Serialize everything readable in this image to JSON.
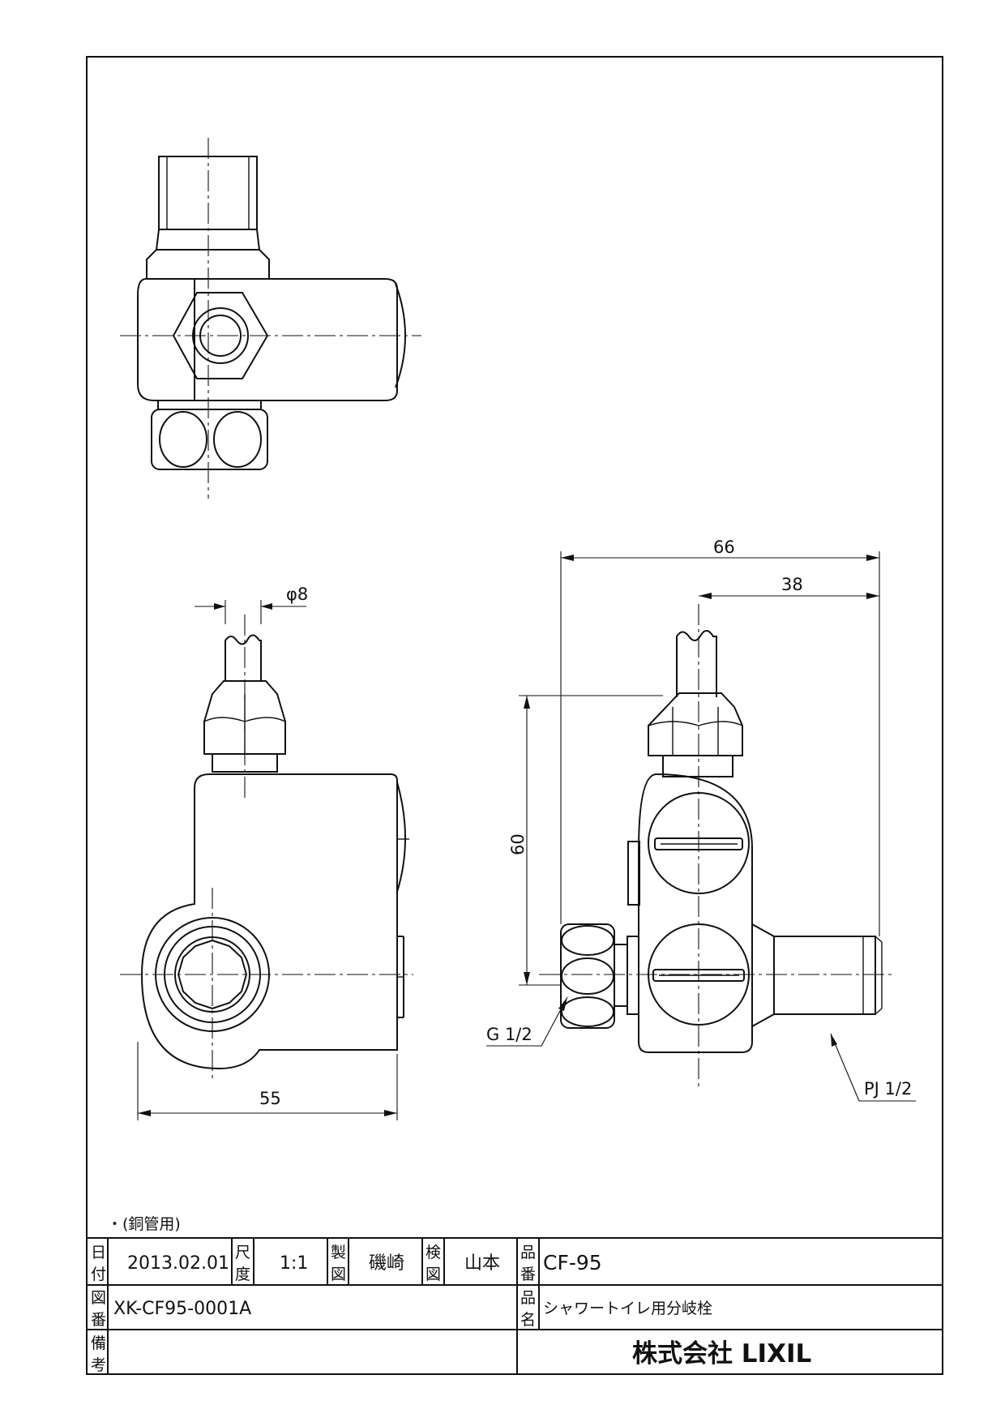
{
  "dimensions": {
    "d66": "66",
    "d38": "38",
    "d8": "φ8",
    "d60": "60",
    "d55": "55",
    "g_thread": "G 1/2",
    "pj_thread": "PJ 1/2"
  },
  "note": "・(銅管用)",
  "title_block": {
    "date_label": [
      "日",
      "付"
    ],
    "date": "2013.02.01",
    "scale_label": [
      "尺",
      "度"
    ],
    "scale": "1:1",
    "drawn_label": [
      "製",
      "図"
    ],
    "drawn_by": "磯崎",
    "checked_label": [
      "検",
      "図"
    ],
    "checked_by": "山本",
    "part_no_label": [
      "品",
      "番"
    ],
    "part_no": "CF-95",
    "drawing_no_label": [
      "図",
      "番"
    ],
    "drawing_no": "XK-CF95-0001A",
    "product_name_label": [
      "品",
      "名"
    ],
    "product_name": "シャワートイレ用分岐栓",
    "remarks_label": [
      "備",
      "考"
    ],
    "company": "株式会社 LIXIL"
  }
}
